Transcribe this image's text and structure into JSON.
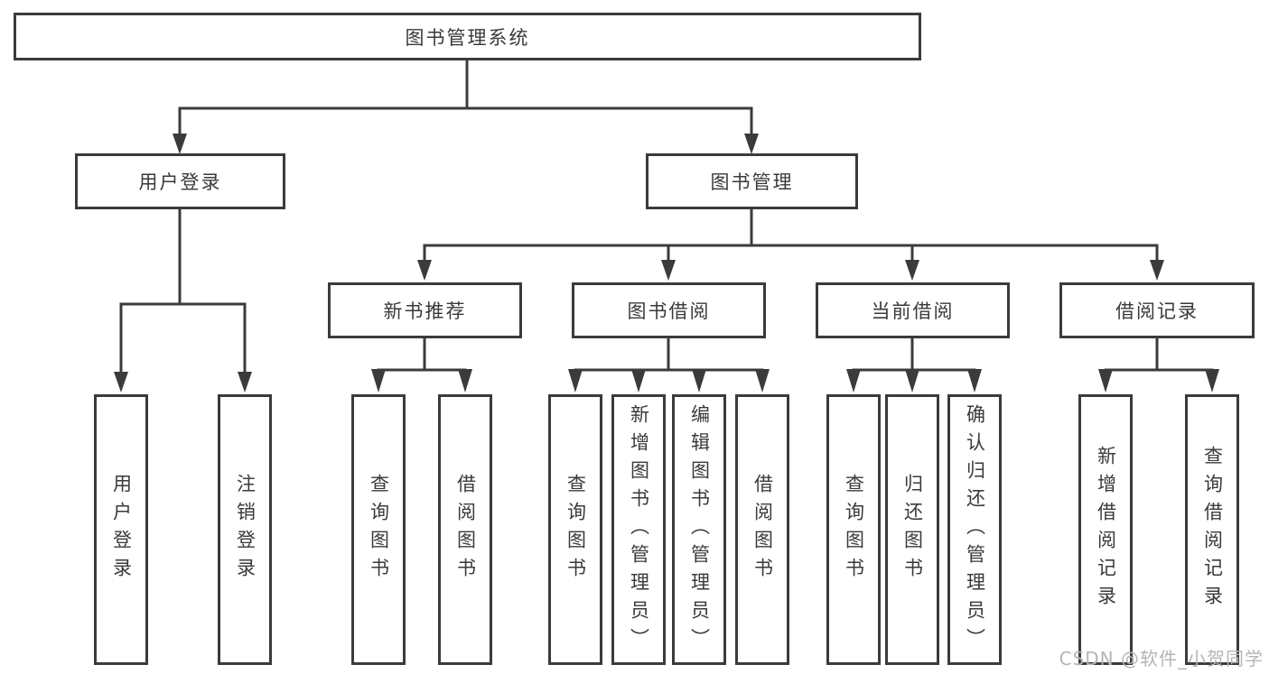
{
  "diagram": {
    "root": {
      "label": "图书管理系统"
    },
    "branches": [
      {
        "label": "用户登录",
        "children": [
          {
            "label": "用户登录"
          },
          {
            "label": "注销登录"
          }
        ]
      },
      {
        "label": "图书管理",
        "children": [
          {
            "label": "新书推荐",
            "children": [
              {
                "label": "查询图书"
              },
              {
                "label": "借阅图书"
              }
            ]
          },
          {
            "label": "图书借阅",
            "children": [
              {
                "label": "查询图书"
              },
              {
                "label": "新增图书（管理员）"
              },
              {
                "label": "编辑图书（管理员）"
              },
              {
                "label": "借阅图书"
              }
            ]
          },
          {
            "label": "当前借阅",
            "children": [
              {
                "label": "查询图书"
              },
              {
                "label": "归还图书"
              },
              {
                "label": "确认归还（管理员）"
              }
            ]
          },
          {
            "label": "借阅记录",
            "children": [
              {
                "label": "新增借阅记录"
              },
              {
                "label": "查询借阅记录"
              }
            ]
          }
        ]
      }
    ]
  },
  "watermark": {
    "text": "CSDN @软件_小贺同学"
  },
  "colors": {
    "line": "#3b3b3b",
    "box_border": "#3b3b3b",
    "box_fill": "#ffffff",
    "text": "#3a3a3a",
    "watermark": "#b5b5b5",
    "background": "#ffffff"
  }
}
